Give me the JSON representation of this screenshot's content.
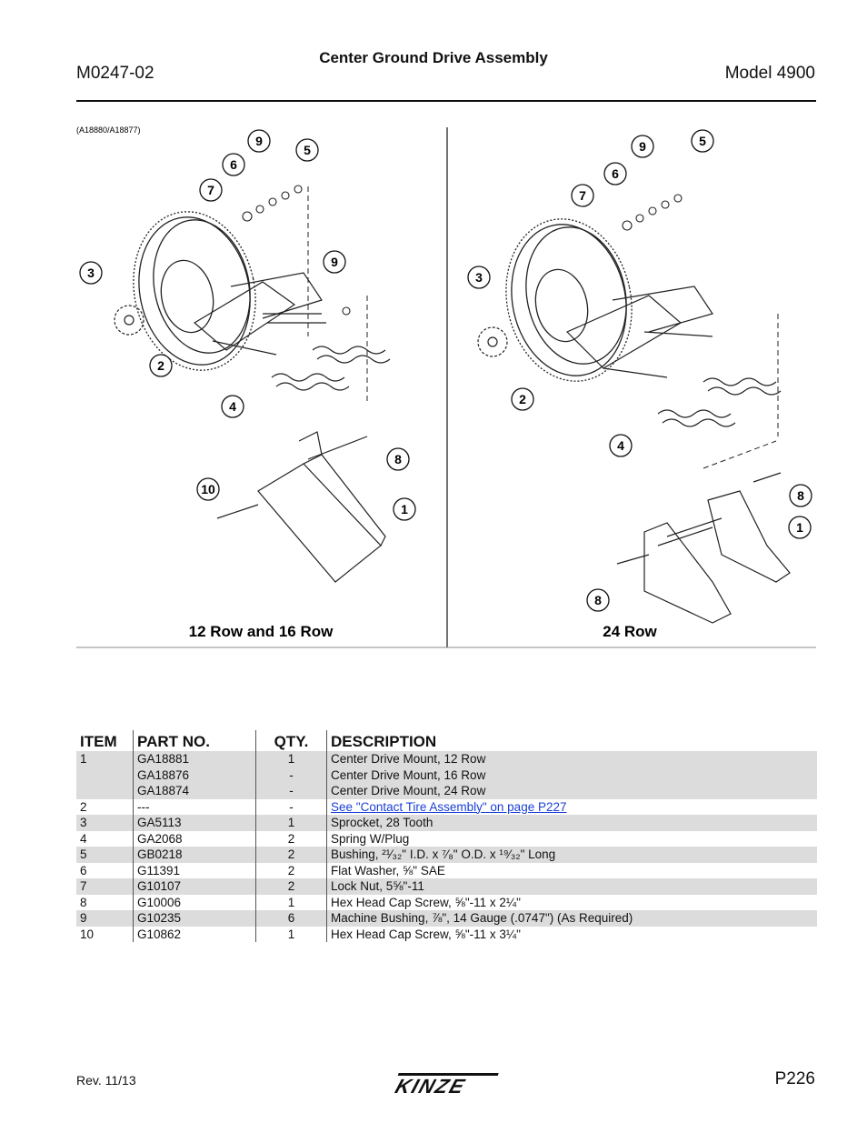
{
  "header": {
    "doc_number": "M0247-02",
    "title": "Center Ground Drive Assembly",
    "model": "Model 4900"
  },
  "figure": {
    "ref_code": "(A18880/A18877)",
    "left_caption": "12 Row and 16 Row",
    "right_caption": "24 Row",
    "callouts_left": [
      "9",
      "5",
      "6",
      "7",
      "9",
      "3",
      "2",
      "4",
      "8",
      "10",
      "1"
    ],
    "callouts_right": [
      "9",
      "5",
      "6",
      "7",
      "3",
      "2",
      "4",
      "8",
      "1",
      "8"
    ]
  },
  "table": {
    "headers": {
      "item": "ITEM",
      "part_no": "PART NO.",
      "qty": "QTY.",
      "description": "DESCRIPTION"
    },
    "rows": [
      {
        "item": "1",
        "part_no": "GA18881",
        "qty": "1",
        "description": "Center Drive Mount, 12 Row"
      },
      {
        "item": "",
        "part_no": "GA18876",
        "qty": "-",
        "description": "Center Drive Mount, 16 Row"
      },
      {
        "item": "",
        "part_no": "GA18874",
        "qty": "-",
        "description": "Center Drive Mount, 24 Row"
      },
      {
        "item": "2",
        "part_no": "---",
        "qty": "-",
        "description": "See \"Contact Tire Assembly\" on page P227"
      },
      {
        "item": "3",
        "part_no": "GA5113",
        "qty": "1",
        "description": "Sprocket, 28 Tooth"
      },
      {
        "item": "4",
        "part_no": "GA2068",
        "qty": "2",
        "description": "Spring W/Plug"
      },
      {
        "item": "5",
        "part_no": "GB0218",
        "qty": "2",
        "description": "Bushing, ²¹⁄₃₂\" I.D. x ⁷⁄₈\" O.D. x ¹⁹⁄₃₂\" Long"
      },
      {
        "item": "6",
        "part_no": "G11391",
        "qty": "2",
        "description": "Flat Washer, ⅝\" SAE"
      },
      {
        "item": "7",
        "part_no": "G10107",
        "qty": "2",
        "description": "Lock Nut, 5⅝\"-11"
      },
      {
        "item": "8",
        "part_no": "G10006",
        "qty": "1",
        "description": "Hex Head Cap Screw, ⅝\"-11 x 2¼\""
      },
      {
        "item": "9",
        "part_no": "G10235",
        "qty": "6",
        "description": "Machine Bushing, ⅞\", 14 Gauge (.0747\") (As Required)"
      },
      {
        "item": "10",
        "part_no": "G10862",
        "qty": "1",
        "description": "Hex Head Cap Screw, ⅝\"-11 x 3¼\""
      }
    ]
  },
  "footer": {
    "revision": "Rev. 11/13",
    "brand": "KINZE",
    "page": "P226"
  }
}
